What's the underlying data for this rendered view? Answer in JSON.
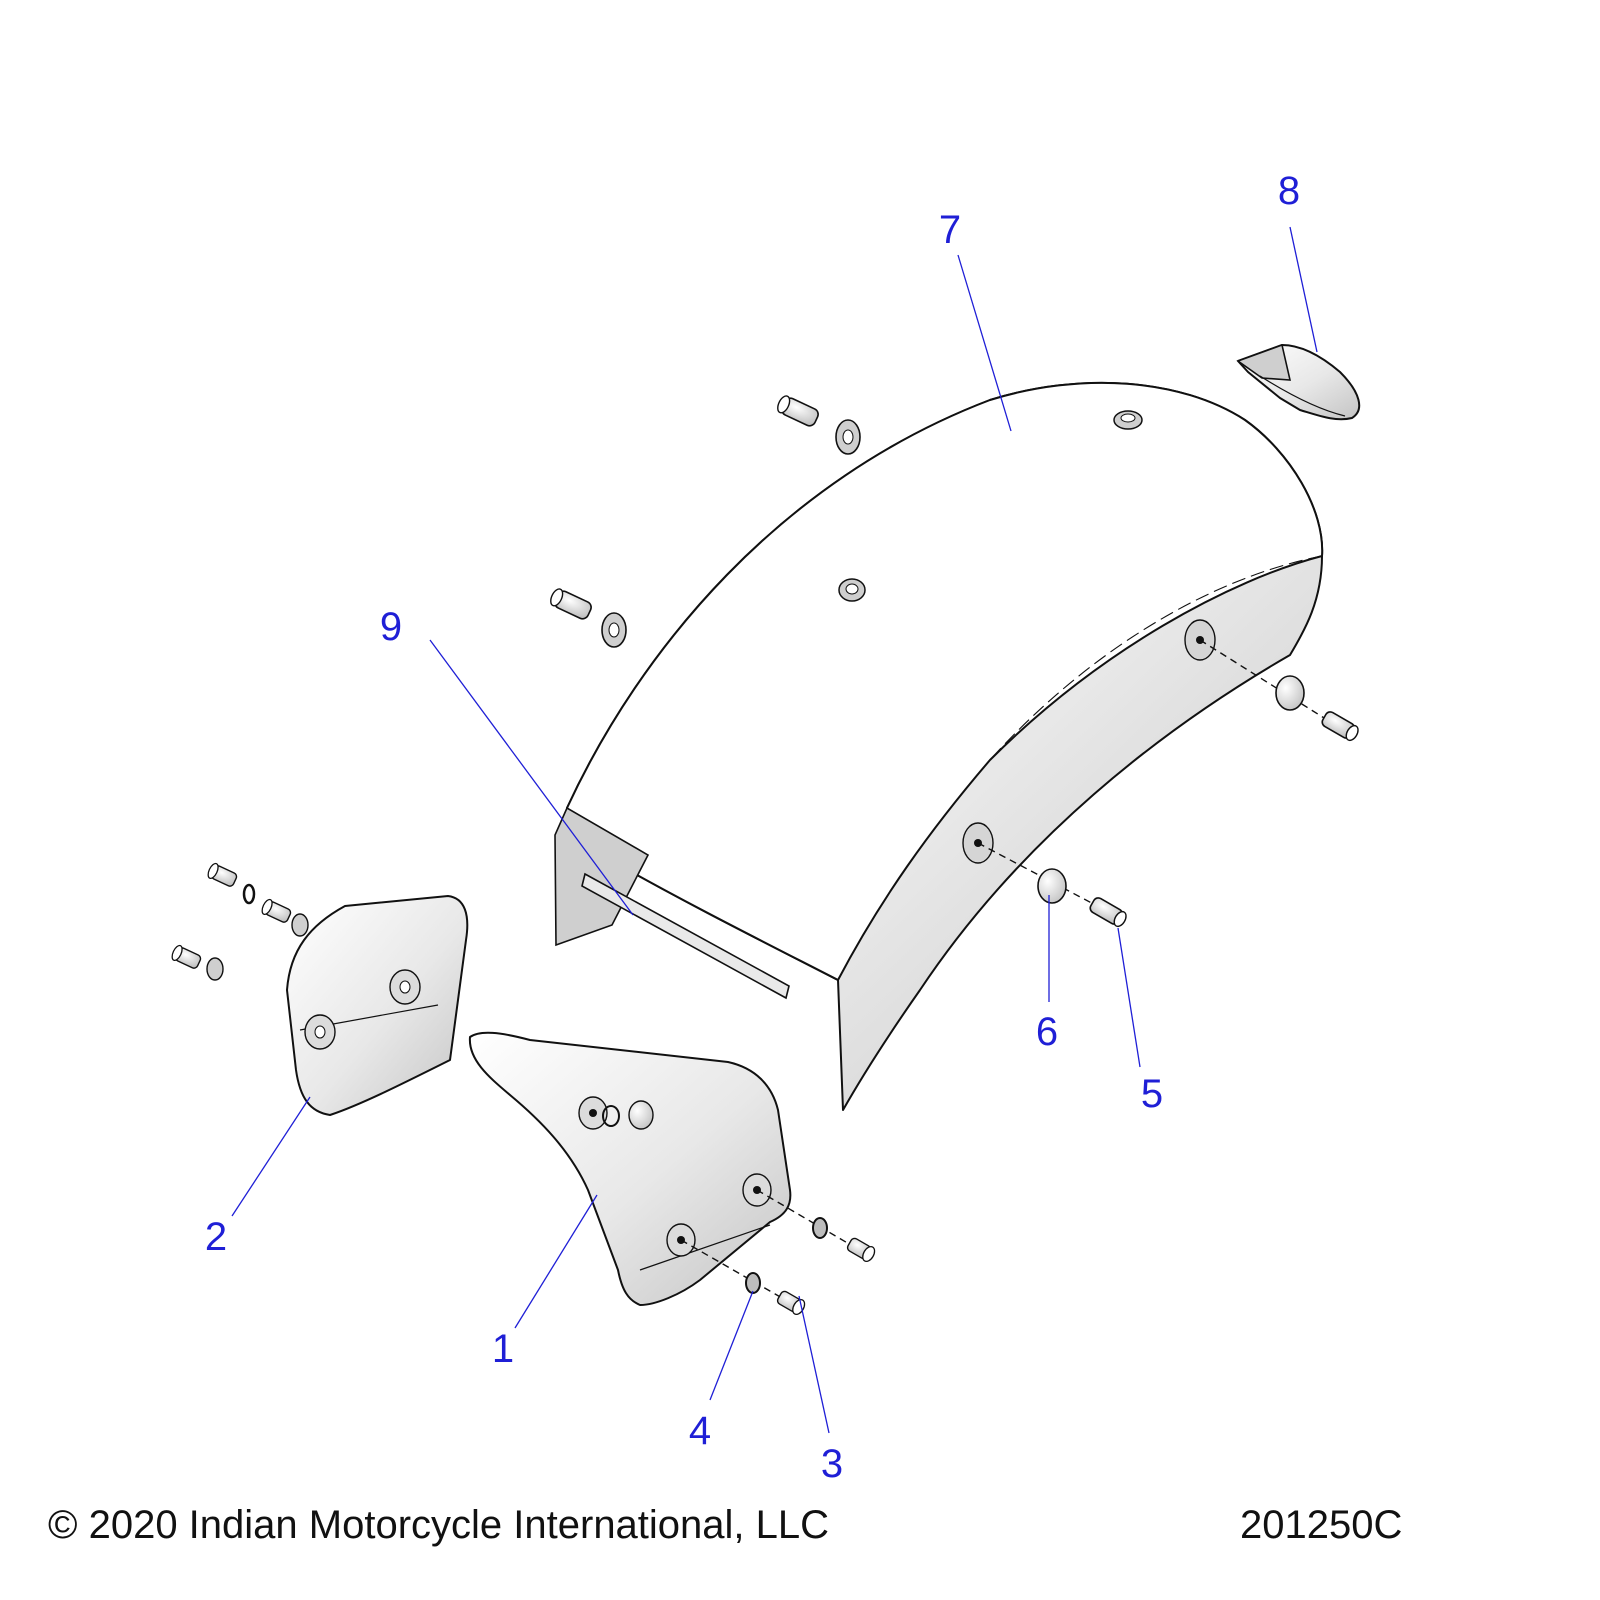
{
  "footer": {
    "copyright": "© 2020 Indian Motorcycle International, LLC",
    "drawing_number": "201250C"
  },
  "callouts": {
    "c1": "1",
    "c2": "2",
    "c3": "3",
    "c4": "4",
    "c5": "5",
    "c6": "6",
    "c7": "7",
    "c8": "8",
    "c9": "9"
  },
  "colors": {
    "callout": "#1f1fd6",
    "line": "#111111"
  }
}
